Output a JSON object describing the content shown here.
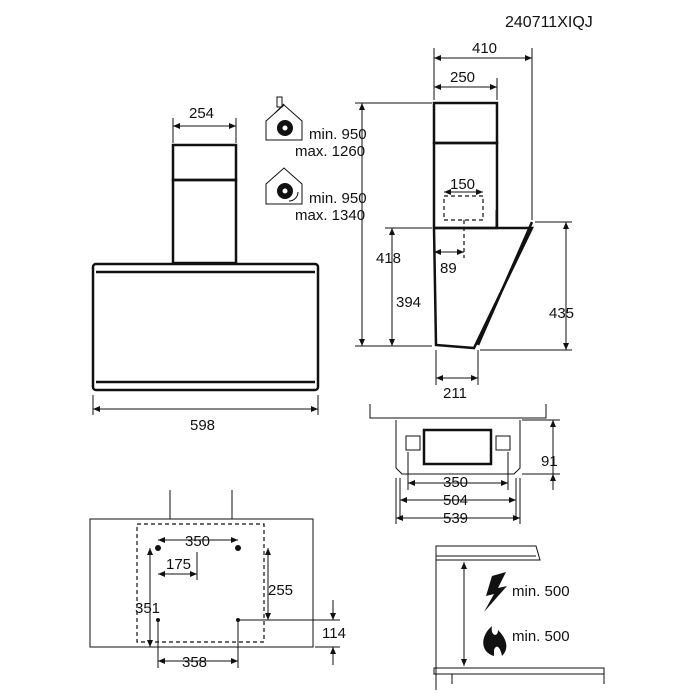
{
  "code": "240711XIQJ",
  "front_view": {
    "chimney_width": "254",
    "hood_width": "598",
    "extraction_height": {
      "min": "min. 950",
      "max": "max. 1260"
    },
    "recirculation_height": {
      "min": "min. 950",
      "max": "max. 1340"
    },
    "extraction_icon": "house-extraction-fan-icon",
    "recirculation_icon": "house-recirculation-fan-icon"
  },
  "side_view": {
    "depth_total": "410",
    "chimney_depth": "250",
    "outlet_width": "150",
    "outlet_offset": "89",
    "height_418": "418",
    "height_394": "394",
    "height_435": "435",
    "bottom_depth": "211"
  },
  "top_view": {
    "height_91": "91",
    "width_350": "350",
    "width_504": "504",
    "width_539": "539"
  },
  "mounting": {
    "span_350": "350",
    "offset_175": "175",
    "height_255": "255",
    "height_351": "351",
    "height_114": "114",
    "span_358": "358"
  },
  "clearance": {
    "electric": "min. 500",
    "gas": "min. 500",
    "electric_icon": "lightning-icon",
    "gas_icon": "flame-icon"
  }
}
